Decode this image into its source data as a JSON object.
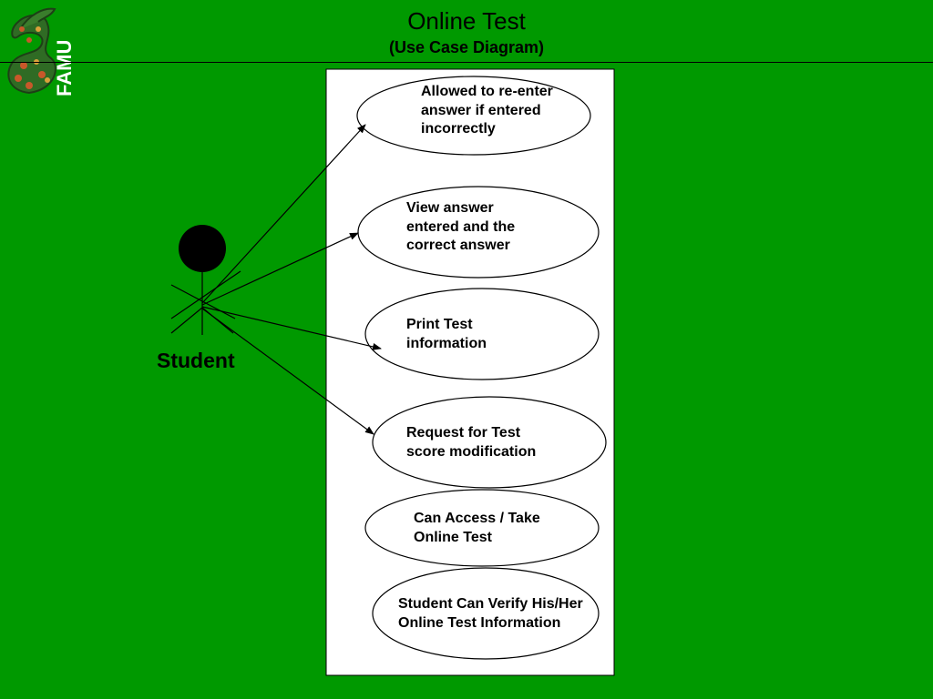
{
  "header": {
    "title": "Online Test",
    "subtitle": "(Use Case Diagram)"
  },
  "logo": {
    "icon": "rattler-snake-logo",
    "text": "FAMU"
  },
  "actor": {
    "label": "Student",
    "icon": "stick-figure-icon"
  },
  "use_cases": [
    {
      "label": "Allowed to re-enter\nanswer if entered\nincorrectly"
    },
    {
      "label": "View answer\nentered and the\ncorrect answer"
    },
    {
      "label": "Print Test\ninformation"
    },
    {
      "label": "Request for Test\nscore modification"
    },
    {
      "label": "Can Access / Take\nOnline Test"
    },
    {
      "label": "Student Can Verify His/Her\nOnline Test Information"
    }
  ],
  "colors": {
    "background": "#009900",
    "system_box": "#ffffff",
    "line": "#000000"
  }
}
